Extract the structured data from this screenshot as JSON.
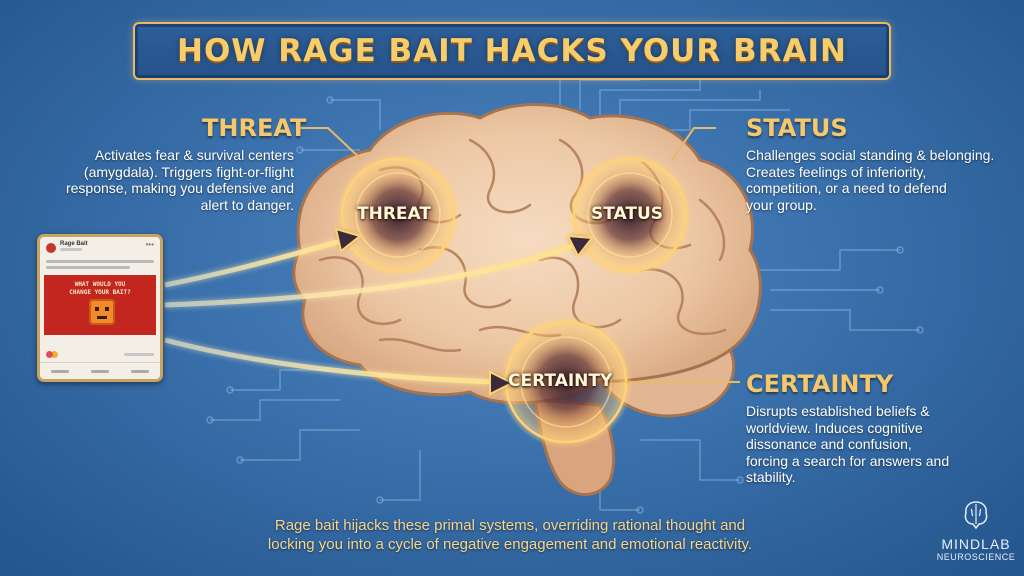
{
  "title": "HOW RAGE BAIT HACKS YOUR BRAIN",
  "sections": {
    "threat": {
      "heading": "THREAT",
      "region_label": "THREAT",
      "lines": [
        "Activates fear & survival centers",
        "(amygdala). Triggers fight-or-flight",
        "response, making you defensive and",
        "alert to danger."
      ]
    },
    "status": {
      "heading": "STATUS",
      "region_label": "STATUS",
      "lines": [
        "Challenges social standing & belonging.",
        "Creates feelings of inferiority,",
        "competition, or a need to defend",
        "your group."
      ]
    },
    "certainty": {
      "heading": "CERTAINTY",
      "region_label": "CERTAINTY",
      "lines": [
        "Disrupts established beliefs &",
        "worldview. Induces cognitive",
        "dissonance and confusion,",
        "forcing a search for answers and",
        "stability."
      ]
    }
  },
  "footer": {
    "lines": [
      "Rage bait hijacks these primal systems, overriding rational thought and",
      "locking you into a cycle of negative engagement and emotional reactivity."
    ]
  },
  "logo": {
    "name": "MINDLAB",
    "sub": "NEUROSCIENCE"
  },
  "post": {
    "author": "Rage Bait",
    "image_caption": [
      "WHAT WOULD YOU",
      "CHANGE YOUR BAIT?"
    ]
  },
  "colors": {
    "background": "#3a70ab",
    "title_text": "#f7cd6c",
    "heading": "#f6c86a",
    "glow": "#ffc860",
    "footer_text": "#f7d58a"
  }
}
